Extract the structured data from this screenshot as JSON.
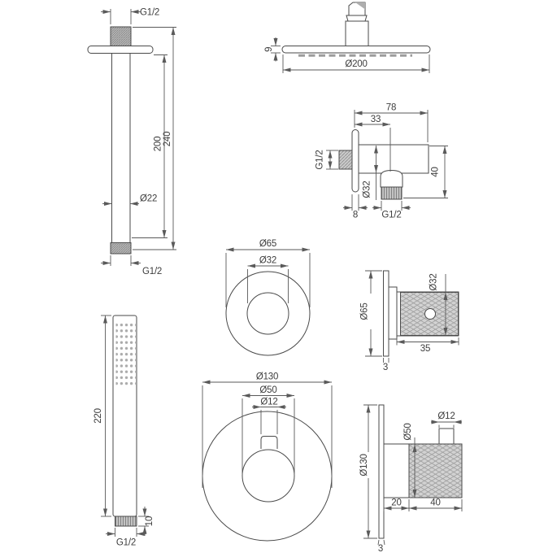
{
  "colors": {
    "line": "#4a4a4a",
    "dim": "#5a5a5a",
    "text": "#3d3d3d",
    "background": "#ffffff",
    "metal_fill": "#c6c6c6",
    "metal_hatch": "#828282",
    "knurl_fill": "#d4d4d4",
    "knurl_line": "#9c9c9c",
    "shade": "#aeaeae",
    "nozzle": "#9c9c9c",
    "dot": "#ababab"
  },
  "components": {
    "ceiling_arm": {
      "thread_top_label": "G1/2",
      "thread_bottom_label": "G1/2",
      "diameter_label": "Ø22",
      "length_inner": "200",
      "length_total": "240"
    },
    "shower_head": {
      "diameter_label": "Ø200",
      "height_label": "9"
    },
    "outlet_elbow": {
      "depth_total": "78",
      "depth_to_outlet": "33",
      "inlet_thread": "G1/2",
      "outlet_diameter": "Ø32",
      "height_label": "40",
      "plate_thickness": "8",
      "outlet_thread": "G1/2"
    },
    "escutcheon_front": {
      "outer_diameter": "Ø65",
      "inner_diameter": "Ø32"
    },
    "knob_side": {
      "plate_diameter": "Ø65",
      "knob_diameter": "Ø32",
      "knob_length": "35",
      "plate_thickness": "3"
    },
    "hand_shower": {
      "length": "220",
      "thread_height": "10",
      "thread_label": "G1/2"
    },
    "thermostat_front": {
      "plate_diameter": "Ø130",
      "knob_diameter": "Ø50",
      "pin_diameter": "Ø12"
    },
    "thermostat_side": {
      "plate_diameter": "Ø130",
      "knob_diameter": "Ø50",
      "pin_diameter": "Ø12",
      "base_length": "20",
      "knurl_length": "40",
      "plate_thickness": "3"
    }
  }
}
